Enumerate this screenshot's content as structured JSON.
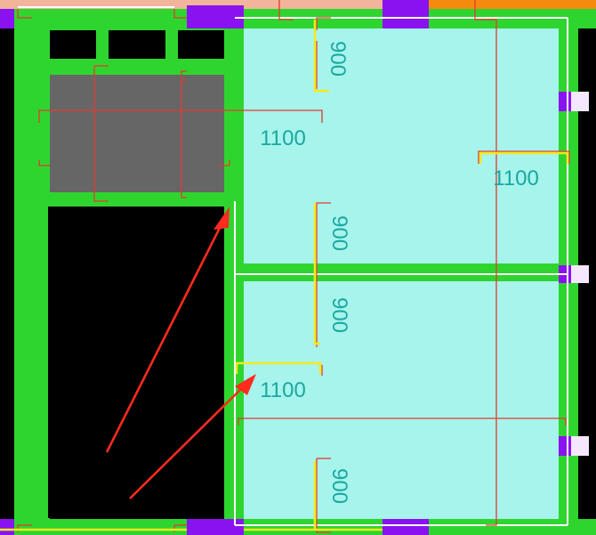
{
  "colors": {
    "wall": "#2fd52f",
    "room": "#a6f4ec",
    "dark": "#000000",
    "gray": "#666666",
    "purple": "#8a12f0",
    "orange": "#f58a0f",
    "peach": "#f2b49a",
    "red": "#e53a2e",
    "yellow": "#f4ea1a",
    "white": "#ffffff",
    "dimtext": "#1aa8a0",
    "arrow": "#ff2b1f"
  },
  "dimensions": {
    "d1": "900",
    "d2": "1100",
    "d3": "1100",
    "d4": "900",
    "d5": "900",
    "d6": "1100",
    "d7": "900"
  }
}
